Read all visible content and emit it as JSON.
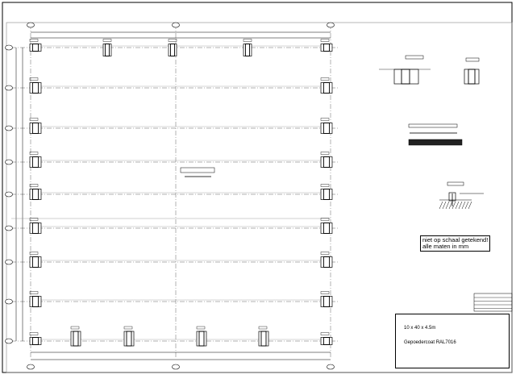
{
  "drawing": {
    "title_block": {
      "dimensions": "10 x 40 x 4.5m",
      "coating": "Gepoedercoat RAL7016"
    },
    "notes": {
      "scale_line1": "niet op schaal getekend!",
      "scale_line2": "alle maten in mm"
    },
    "colors": {
      "line": "#000000",
      "paper": "#ffffff",
      "dim": "#555555"
    }
  }
}
